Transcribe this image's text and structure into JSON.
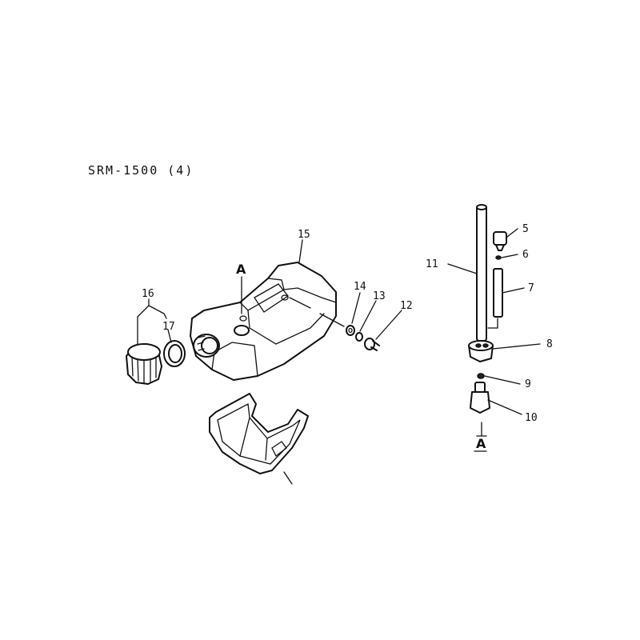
{
  "diagram": {
    "title": "SRM-1500  (4)",
    "section_marker": "A",
    "parts": [
      {
        "no": "5"
      },
      {
        "no": "6"
      },
      {
        "no": "7"
      },
      {
        "no": "8"
      },
      {
        "no": "9"
      },
      {
        "no": "10"
      },
      {
        "no": "11"
      },
      {
        "no": "12"
      },
      {
        "no": "13"
      },
      {
        "no": "14"
      },
      {
        "no": "15"
      },
      {
        "no": "16"
      },
      {
        "no": "17"
      }
    ]
  }
}
